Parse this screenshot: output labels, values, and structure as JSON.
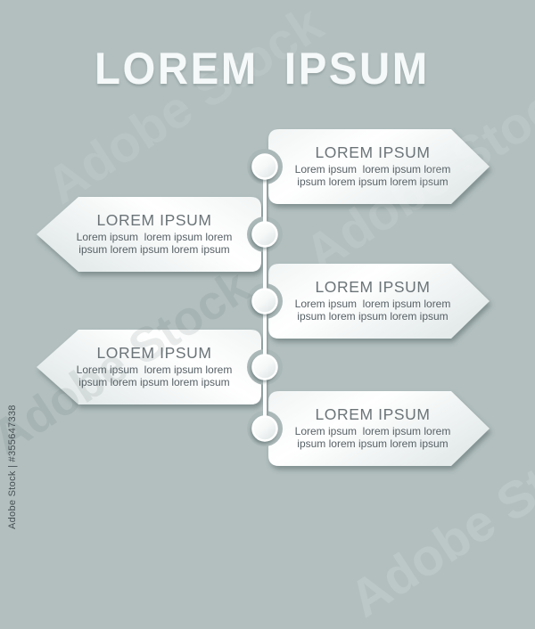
{
  "title": "LOREM IPSUM",
  "items": [
    {
      "side": "right",
      "heading": "LOREM IPSUM",
      "body_line1": "Lorem ipsum  lorem ipsum lorem",
      "body_line2": "ipsum lorem ipsum lorem ipsum"
    },
    {
      "side": "left",
      "heading": "LOREM IPSUM",
      "body_line1": "Lorem ipsum  lorem ipsum lorem",
      "body_line2": "ipsum lorem ipsum lorem ipsum"
    },
    {
      "side": "right",
      "heading": "LOREM IPSUM",
      "body_line1": "Lorem ipsum  lorem ipsum lorem",
      "body_line2": "ipsum lorem ipsum lorem ipsum"
    },
    {
      "side": "left",
      "heading": "LOREM IPSUM",
      "body_line1": "Lorem ipsum  lorem ipsum lorem",
      "body_line2": "ipsum lorem ipsum lorem ipsum"
    },
    {
      "side": "right",
      "heading": "LOREM IPSUM",
      "body_line1": "Lorem ipsum  lorem ipsum lorem",
      "body_line2": "ipsum lorem ipsum lorem ipsum"
    }
  ],
  "watermark": {
    "brand": "Adobe Stock",
    "stock_id": "Adobe Stock | #355647338"
  },
  "colors": {
    "background": "#b3bfbf",
    "banner_light": "#ffffff",
    "banner_shade": "#e7eded",
    "notch_gap": "#abb8b8",
    "timeline_line": "#ffffff",
    "heading_text": "#6b7478",
    "body_text": "#576166",
    "title_text": "#f6f9f9",
    "shadow": "#3f5252"
  }
}
